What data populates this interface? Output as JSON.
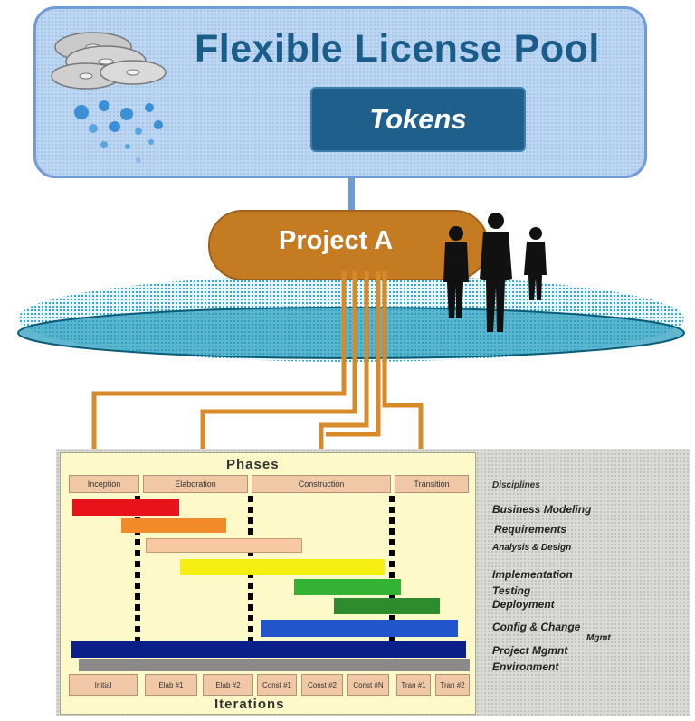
{
  "pool": {
    "title": "Flexible License Pool",
    "tokens_label": "Tokens"
  },
  "project": {
    "label": "Project A"
  },
  "chart": {
    "phases_title": "Phases",
    "iterations_title": "Iterations",
    "disciplines_title": "Disciplines",
    "phases": [
      "Inception",
      "Elaboration",
      "Construction",
      "Transition"
    ],
    "disciplines": [
      "Business Modeling",
      "Requirements",
      "Analysis & Design",
      "Implementation",
      "Testing",
      "Deployment",
      "Config & Change",
      "Mgmt",
      "Project Mgmnt",
      "Environment"
    ],
    "iterations": [
      "Initial",
      "Elab #1",
      "Elab #2",
      "Const #1",
      "Const #2",
      "Const #N",
      "Tran #1",
      "Tran #2"
    ],
    "colors": {
      "business_modeling": "#e8121a",
      "requirements": "#f28a2a",
      "analysis_design": "#f8c8a0",
      "implementation": "#f5ef11",
      "testing": "#33b233",
      "deployment": "#2e8b2e",
      "config_change": "#2255cc",
      "project_mgmt": "#0b1f8a",
      "environment": "#8a8a8a"
    }
  }
}
